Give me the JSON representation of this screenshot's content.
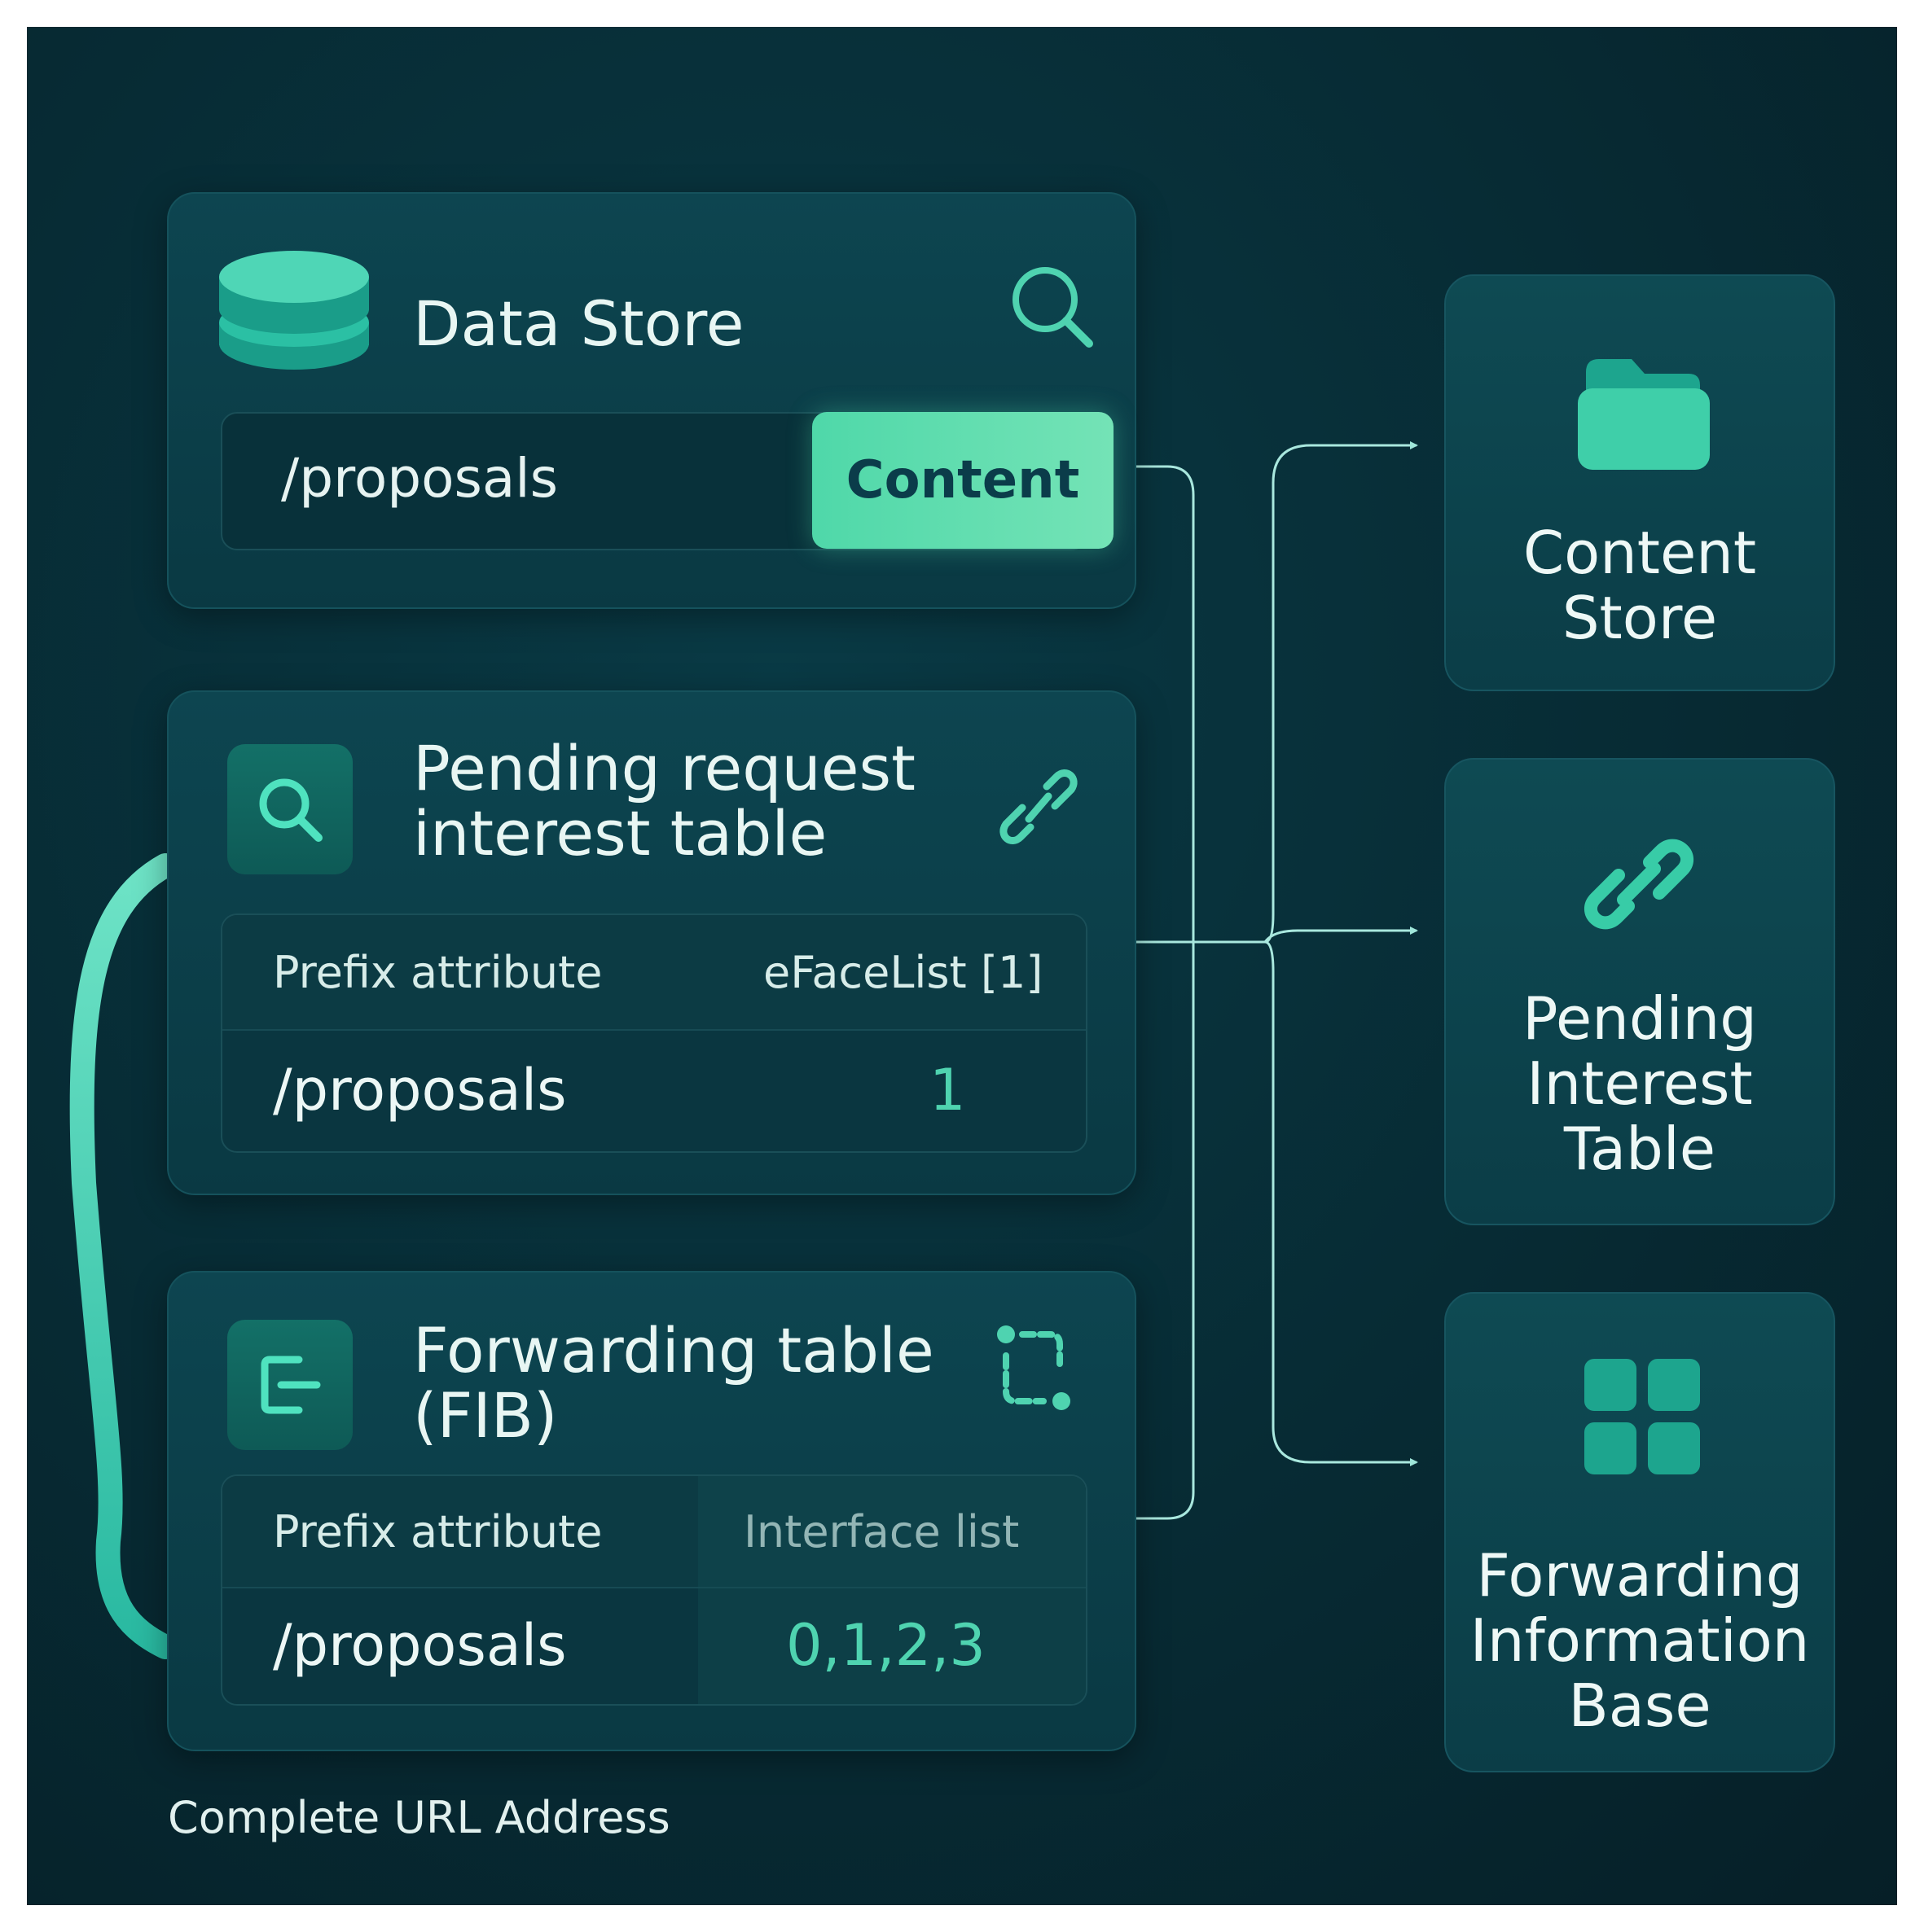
{
  "data_store": {
    "title": "Data Store",
    "prefix": "/proposals",
    "content_label": "Content"
  },
  "pit": {
    "title": "Pending request\ninterest table",
    "columns": [
      "Prefix attribute",
      "eFaceList [1]"
    ],
    "rows": [
      [
        "/proposals",
        "1"
      ]
    ]
  },
  "fib": {
    "title": "Forwarding table\n(FIB)",
    "columns": [
      "Prefix attribute",
      "Interface list"
    ],
    "rows": [
      [
        "/proposals",
        "0,1,2,3"
      ]
    ]
  },
  "side": {
    "content_store": "Content\nStore",
    "pending_interest_table": "Pending\nInterest\nTable",
    "forwarding_information_base": "Forwarding\nInformation\nBase"
  },
  "footer": "Complete URL Address",
  "icons": {
    "data_store": "database-icon",
    "data_store_corner": "search-icon",
    "pit_tile": "search-icon",
    "pit_corner": "link-icon",
    "fib_tile": "login-icon",
    "fib_corner": "route-icon",
    "content_store": "folder-icon",
    "pending_interest_table": "link-icon",
    "forwarding_information_base": "grid-icon"
  },
  "colors": {
    "background": "#072b34",
    "accent": "#4fd3b0",
    "accent_light": "#74e3b6",
    "card": "#0d4550"
  }
}
